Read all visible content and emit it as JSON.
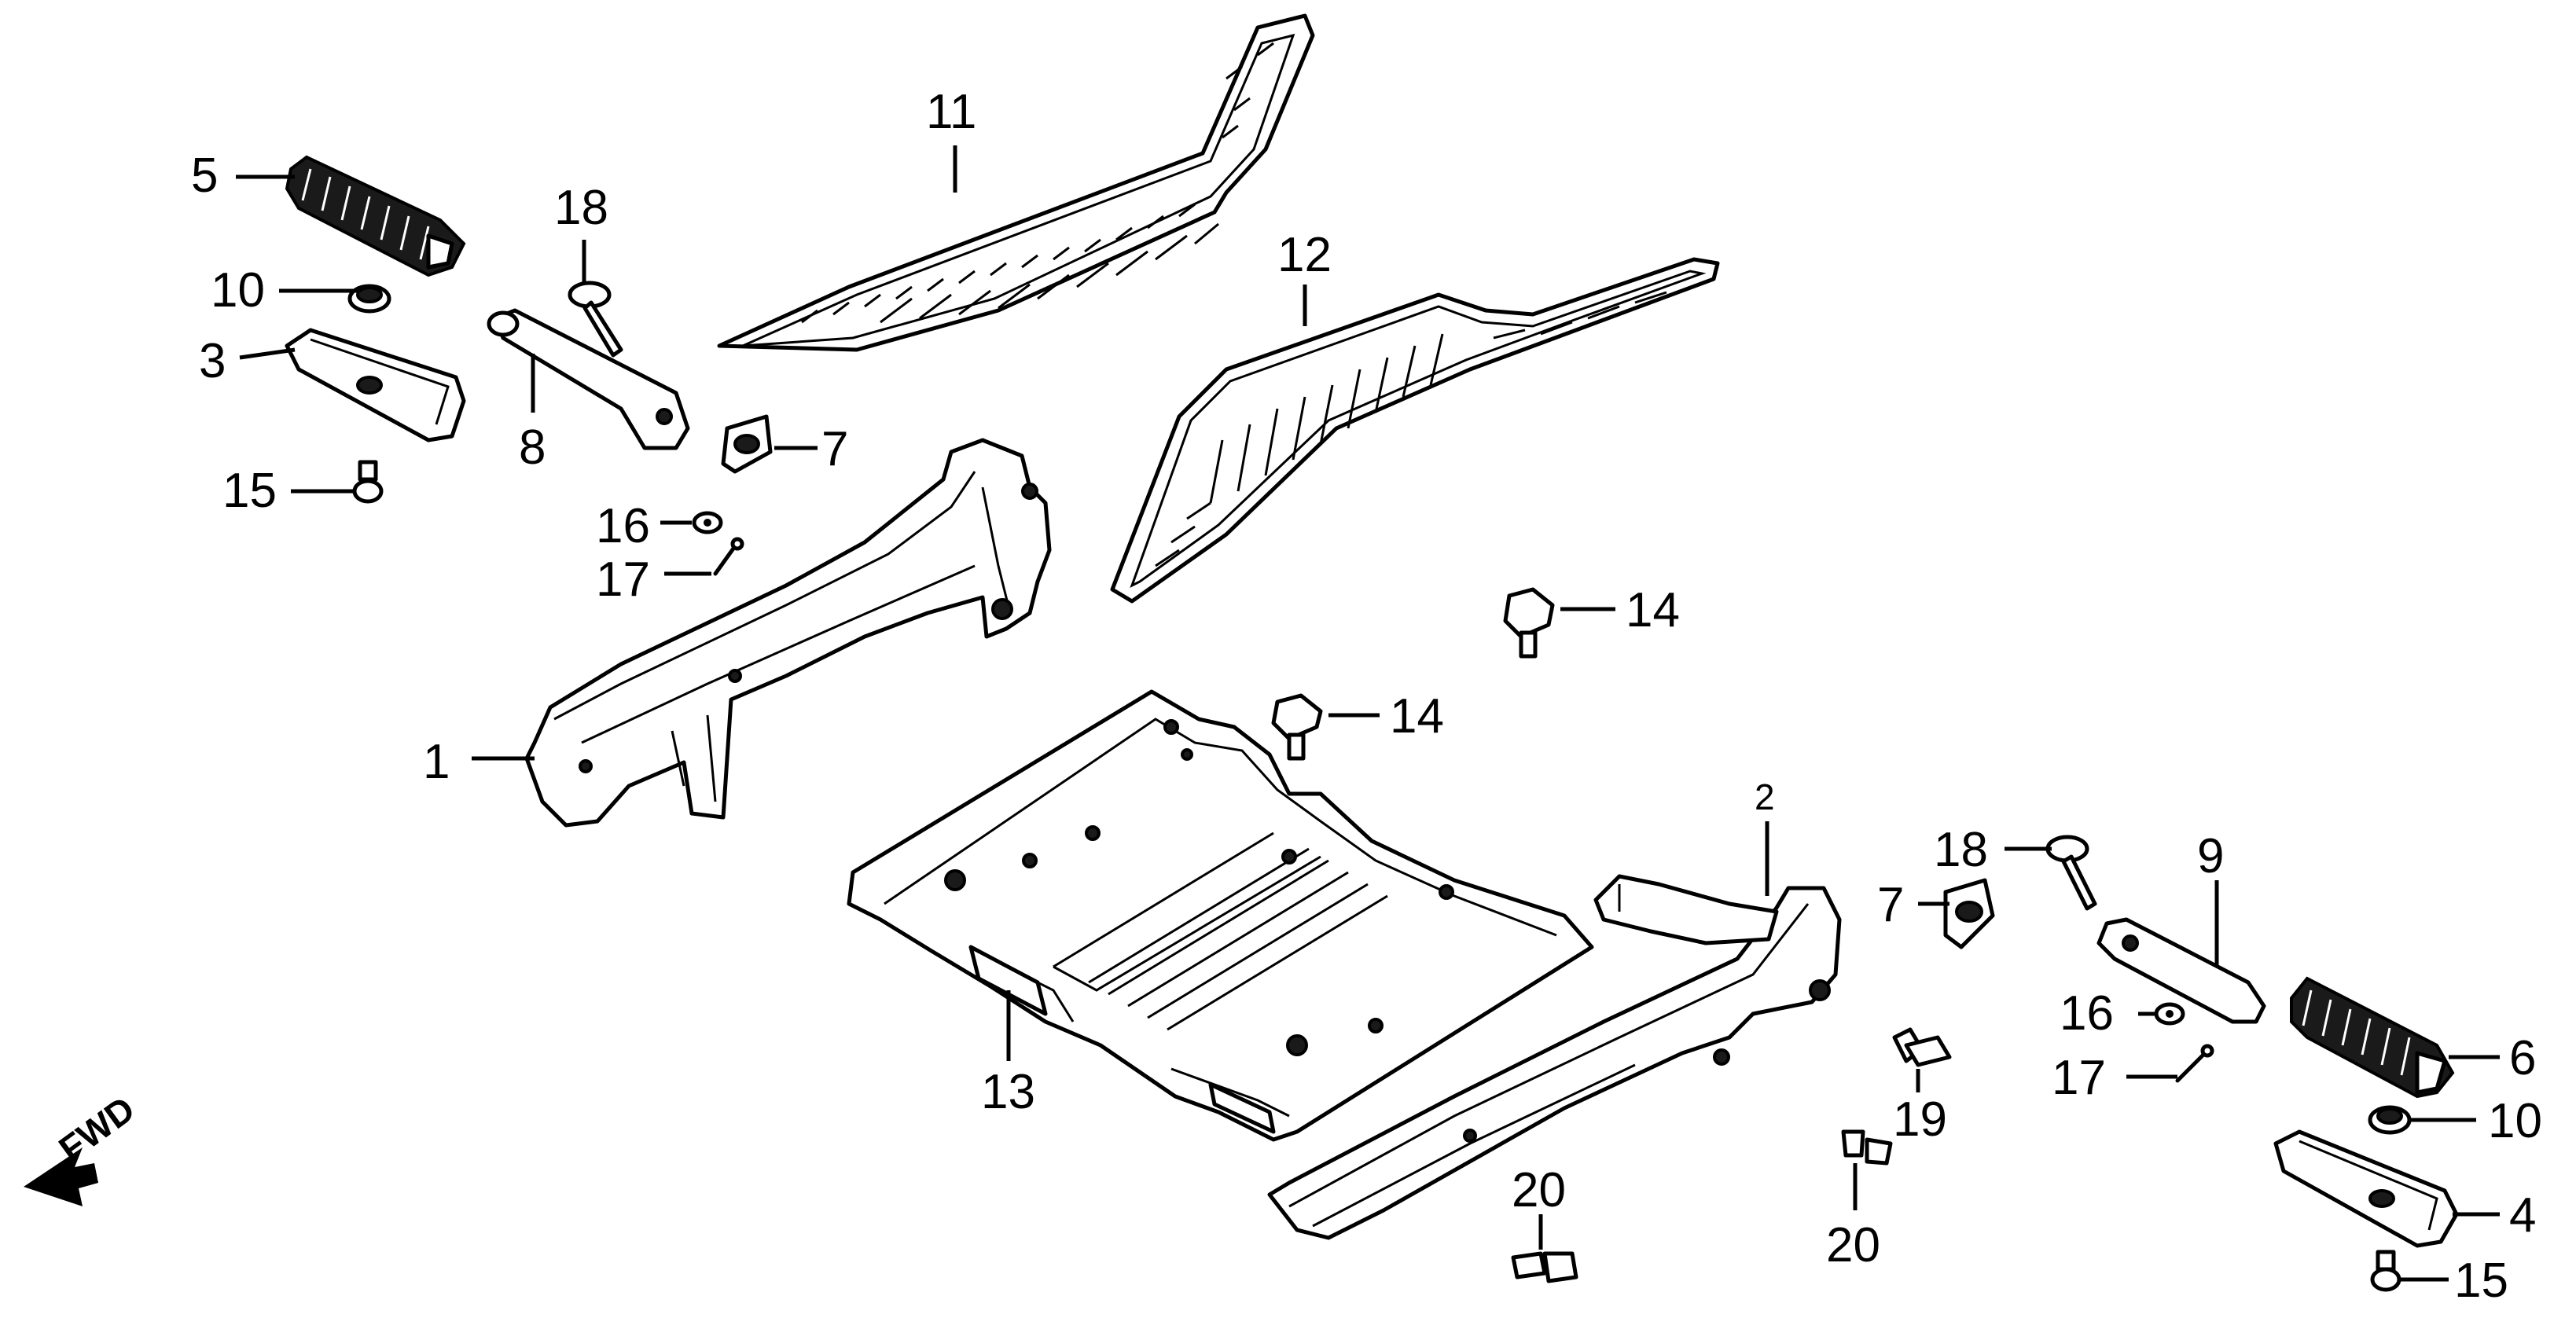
{
  "diagram": {
    "direction_label": "FWD",
    "labels": {
      "p1": "1",
      "p2": "2",
      "p3": "3",
      "p4": "4",
      "p5": "5",
      "p6": "6",
      "p7a": "7",
      "p7b": "7",
      "p8": "8",
      "p9": "9",
      "p10a": "10",
      "p10b": "10",
      "p11": "11",
      "p12": "12",
      "p13": "13",
      "p14a": "14",
      "p14b": "14",
      "p15a": "15",
      "p15b": "15",
      "p16a": "16",
      "p16b": "16",
      "p17a": "17",
      "p17b": "17",
      "p18a": "18",
      "p18b": "18",
      "p19": "19",
      "p20a": "20",
      "p20b": "20"
    }
  }
}
